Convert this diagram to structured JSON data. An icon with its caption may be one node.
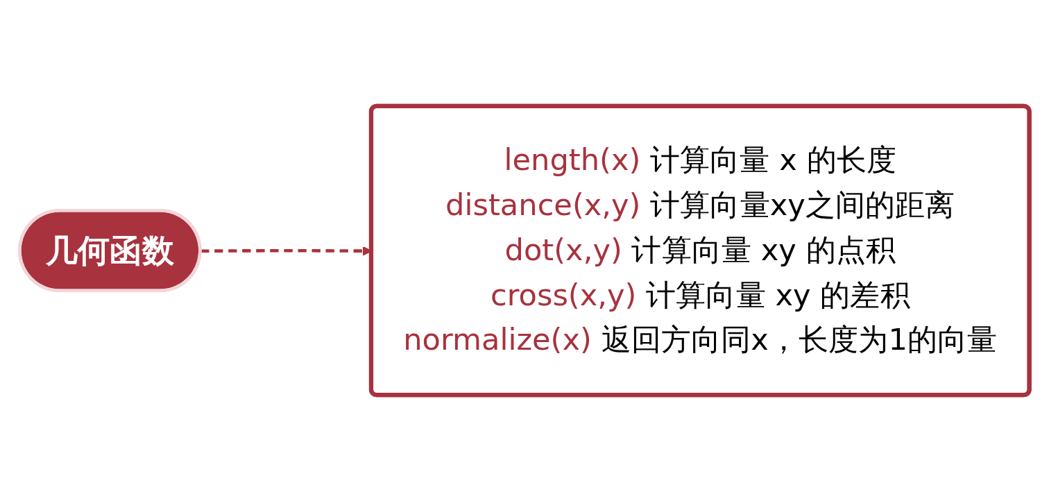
{
  "diagram": {
    "nodes": [
      {
        "text": [
          "几何函数"
        ]
      },
      {
        "text": [
          "length(x) 计算向量 x 的长度",
          "distance(x,y) 计算向量xy之间的距离",
          "dot(x,y) 计算向量 xy 的点积",
          "cross(x,y) 计算向量 xy 的差积",
          "normalize(x) 返回方向同x，长度为1的向量"
        ]
      }
    ],
    "edges": [
      {
        "from": 0,
        "to": 1,
        "arrow": "to",
        "style": "dashed"
      }
    ]
  }
}
